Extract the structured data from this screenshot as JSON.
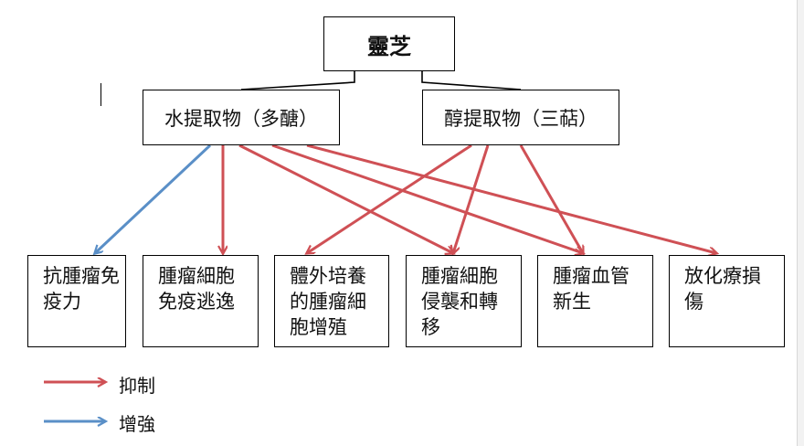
{
  "colors": {
    "inhibit": "#cf5055",
    "enhance": "#5a8fc7"
  },
  "root": {
    "label": "靈芝"
  },
  "sources": [
    {
      "label": "水提取物（多醣）"
    },
    {
      "label": "醇提取物（三萜）"
    }
  ],
  "targets": [
    {
      "label": "抗腫瘤免疫力"
    },
    {
      "label": "腫瘤細胞免疫逃逸"
    },
    {
      "label": "體外培養的腫瘤細胞增殖"
    },
    {
      "label": "腫瘤細胞侵襲和轉移"
    },
    {
      "label": "腫瘤血管新生"
    },
    {
      "label": "放化療損傷"
    }
  ],
  "edges": [
    {
      "from": 0,
      "to": 0,
      "type": "enhance"
    },
    {
      "from": 0,
      "to": 1,
      "type": "inhibit"
    },
    {
      "from": 0,
      "to": 3,
      "type": "inhibit"
    },
    {
      "from": 0,
      "to": 4,
      "type": "inhibit"
    },
    {
      "from": 0,
      "to": 5,
      "type": "inhibit"
    },
    {
      "from": 1,
      "to": 2,
      "type": "inhibit"
    },
    {
      "from": 1,
      "to": 3,
      "type": "inhibit"
    },
    {
      "from": 1,
      "to": 4,
      "type": "inhibit"
    }
  ],
  "legend": [
    {
      "label": "抑制",
      "type": "inhibit"
    },
    {
      "label": "增強",
      "type": "enhance"
    }
  ]
}
